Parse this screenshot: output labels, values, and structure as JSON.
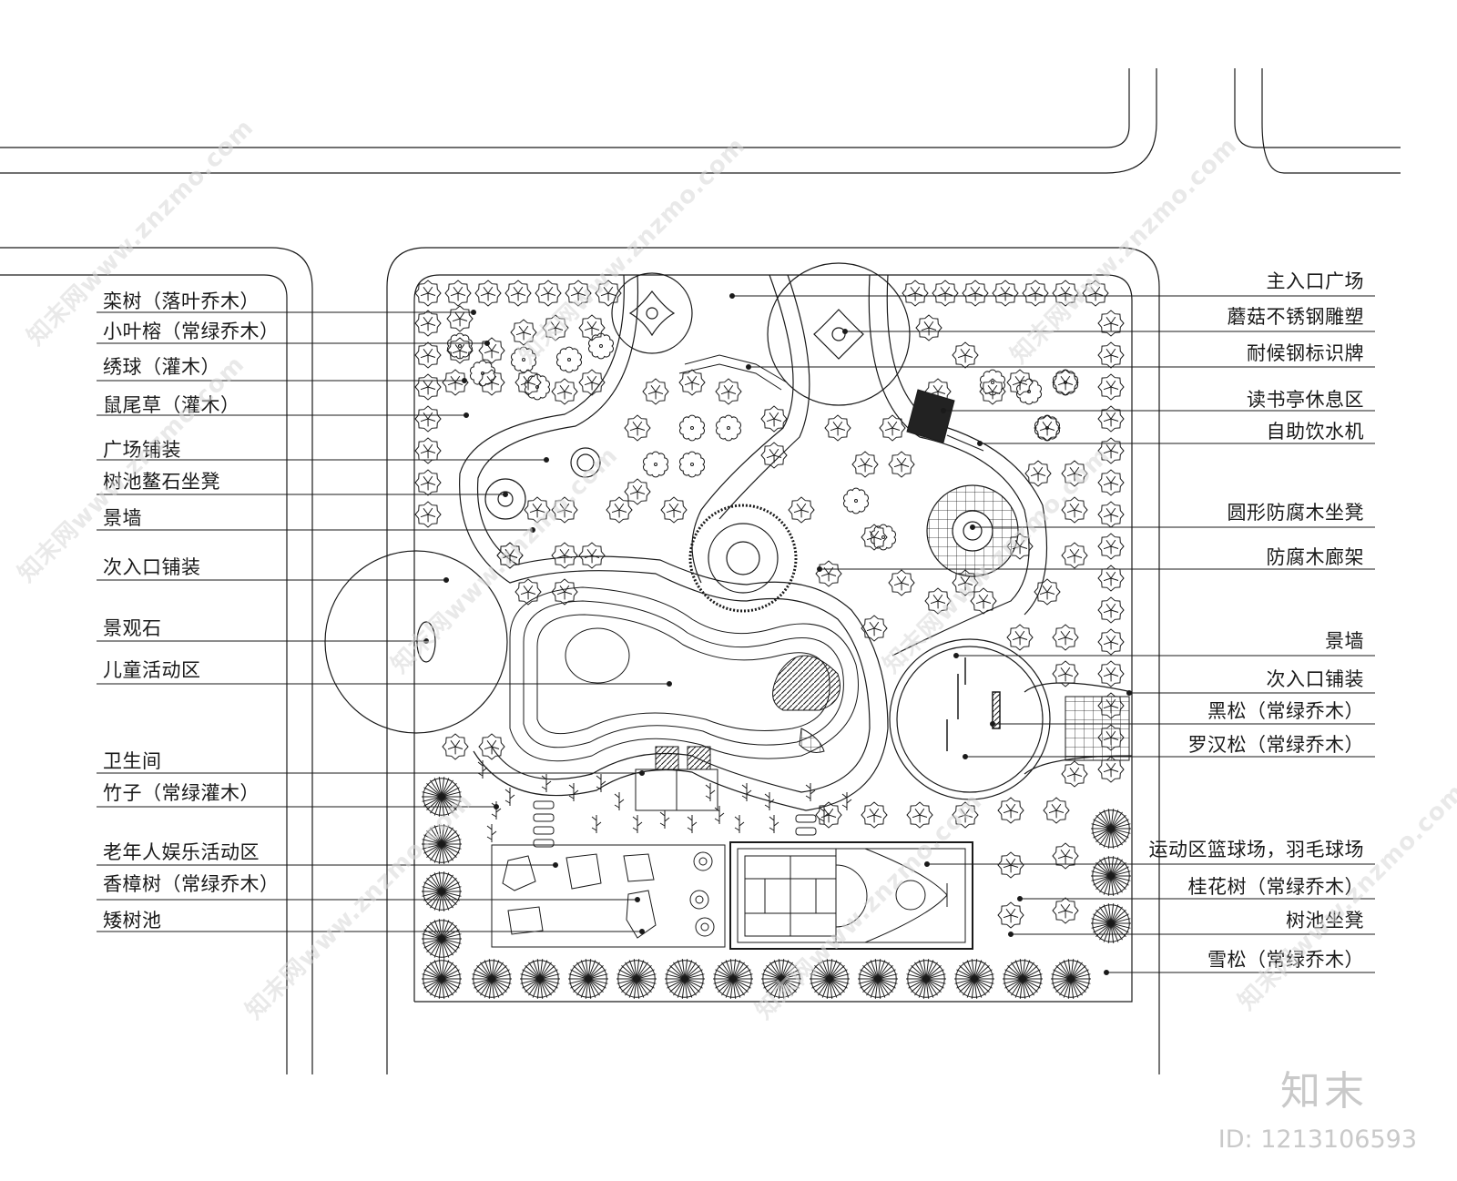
{
  "left_labels": [
    "栾树（落叶乔木）",
    "小叶榕（常绿乔木）",
    "绣球（灌木）",
    "鼠尾草（灌木）",
    "广场铺装",
    "树池鳌石坐凳",
    "景墙",
    "次入口铺装",
    "景观石",
    "儿童活动区",
    "卫生间",
    "竹子（常绿灌木）",
    "老年人娱乐活动区",
    "香樟树（常绿乔木）",
    "矮树池"
  ],
  "right_labels": [
    "主入口广场",
    "蘑菇不锈钢雕塑",
    "耐候钢标识牌",
    "读书亭休息区",
    "自助饮水机",
    "圆形防腐木坐凳",
    "防腐木廊架",
    "景墙",
    "次入口铺装",
    "黑松（常绿乔木）",
    "罗汉松（常绿乔木）",
    "运动区篮球场，羽毛球场",
    "桂花树（常绿乔木）",
    "树池坐凳",
    "雪松（常绿乔木）"
  ],
  "brand": "知末",
  "image_id": "ID: 1213106593",
  "watermark": "知末网www.znzmo.com",
  "colors": {
    "line": "#1a1a1a",
    "watermark": "#d8d8d8",
    "brand": "#c9c9c9"
  }
}
